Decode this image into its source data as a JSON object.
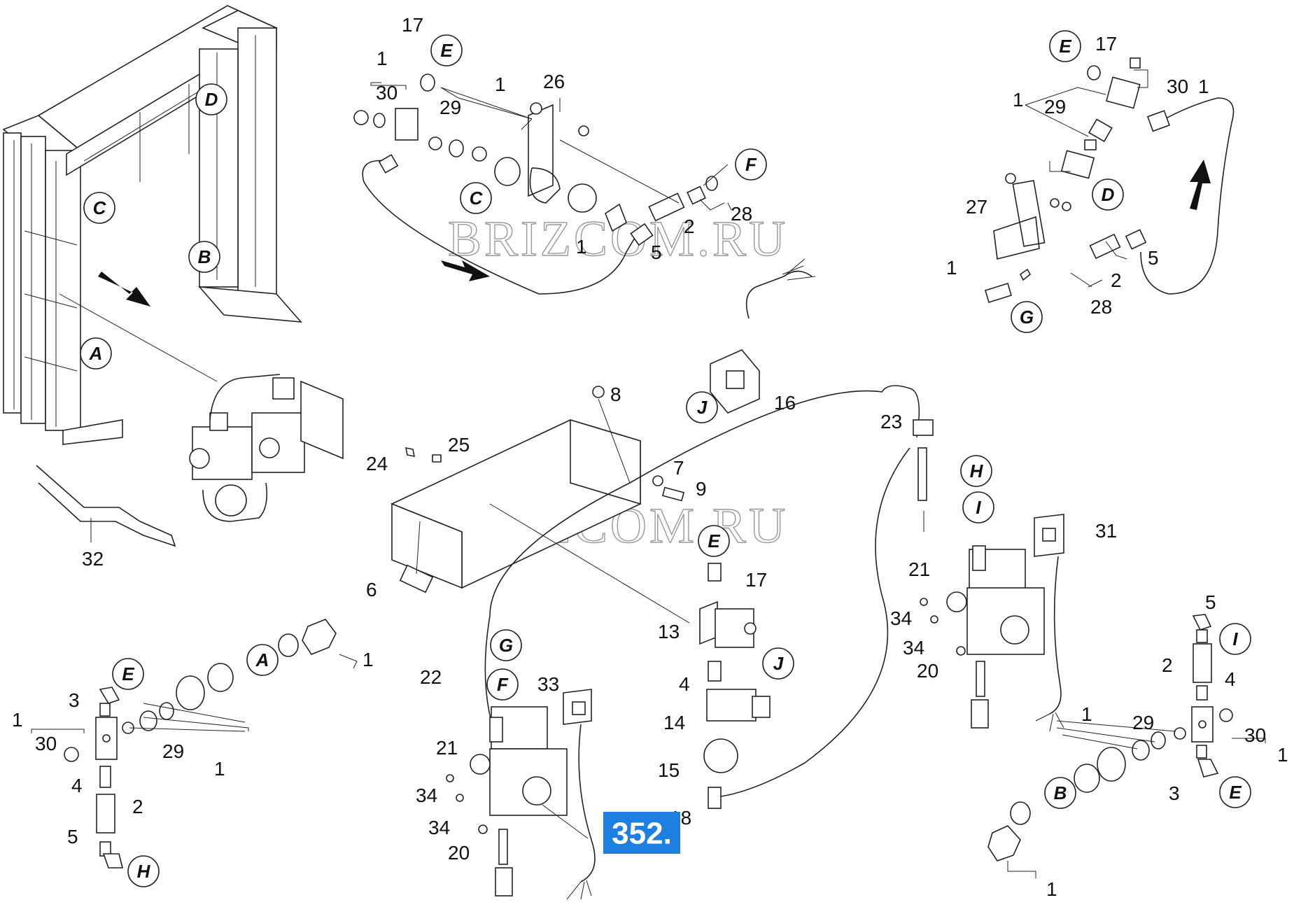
{
  "watermark": "BRIZCOM.RU",
  "diagram_number": "352.",
  "callouts": {
    "top_center": [
      "1",
      "30",
      "17",
      "29",
      "1",
      "26",
      "28",
      "1",
      "5",
      "2"
    ],
    "top_right": [
      "17",
      "30",
      "1",
      "1",
      "29",
      "27",
      "1",
      "5",
      "2",
      "28"
    ],
    "left_frame": [
      "32"
    ],
    "bracket": [
      "8",
      "25",
      "24",
      "7",
      "9",
      "6"
    ],
    "sensor_chain": [
      "17",
      "13",
      "4",
      "14",
      "15",
      "18",
      "16",
      "22",
      "23",
      "31"
    ],
    "valve_left": [
      "33",
      "21",
      "34",
      "34",
      "20"
    ],
    "valve_right": [
      "21",
      "34",
      "34",
      "20"
    ],
    "bottom_left": [
      "1",
      "3",
      "1",
      "30",
      "29",
      "1",
      "4",
      "2",
      "5"
    ],
    "bottom_right": [
      "5",
      "2",
      "4",
      "1",
      "29",
      "30",
      "1",
      "3",
      "1"
    ]
  },
  "connectors": {
    "top_center": [
      "E",
      "C",
      "F"
    ],
    "top_right": [
      "E",
      "D",
      "G"
    ],
    "frame": [
      "D",
      "C",
      "B",
      "A"
    ],
    "sensor_chain": [
      "E",
      "J",
      "J",
      "G",
      "F",
      "H",
      "I"
    ],
    "bottom_left": [
      "A",
      "E",
      "H"
    ],
    "bottom_right": [
      "I",
      "B",
      "E"
    ]
  }
}
